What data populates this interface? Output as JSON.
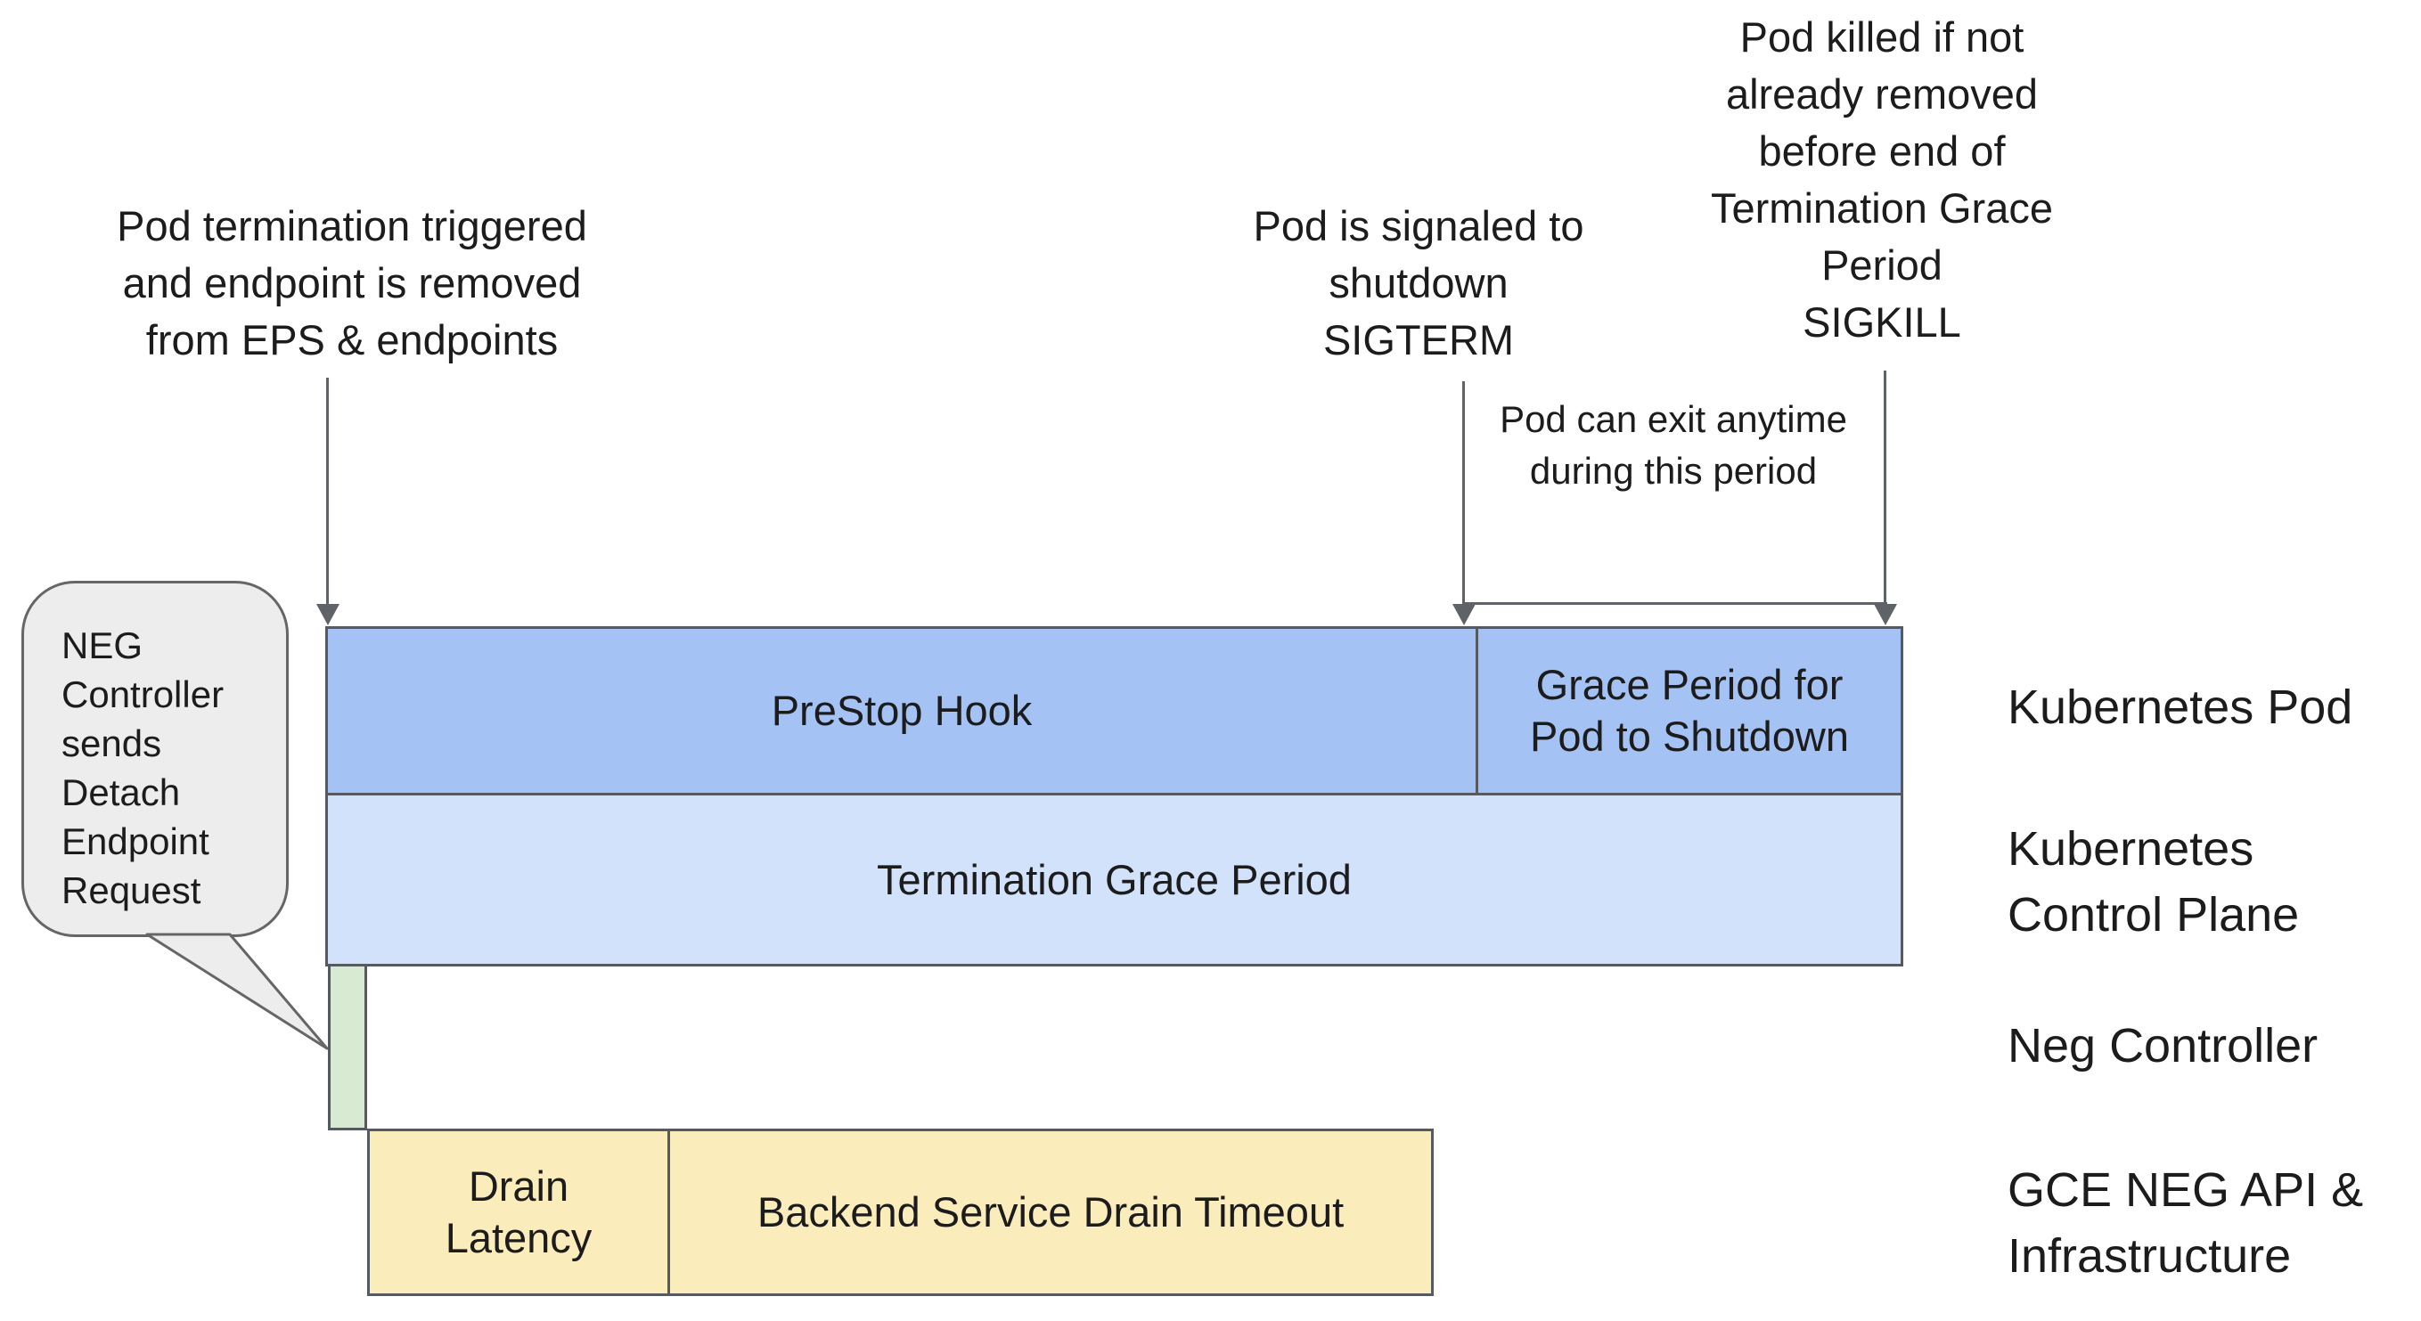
{
  "colors": {
    "pod_bar_fill": "#a4c2f4",
    "control_plane_bar_fill": "#d2e2fb",
    "neg_bar_fill": "#d9ead3",
    "gce_bar_fill": "#fbecbc",
    "bar_border": "#555a61",
    "arrow": "#5f6368",
    "callout_fill": "#ededed",
    "callout_border": "#666666",
    "text": "#1c1c1c"
  },
  "annotations": {
    "pod_termination": {
      "lines": [
        "Pod termination triggered",
        "and endpoint is removed",
        "from EPS & endpoints"
      ]
    },
    "sigterm": {
      "lines": [
        "Pod is signaled to",
        "shutdown",
        "SIGTERM"
      ]
    },
    "sigkill": {
      "lines": [
        "Pod killed if not",
        "already removed",
        "before end of",
        "Termination Grace",
        "Period",
        "SIGKILL"
      ]
    },
    "exit_window": {
      "lines": [
        "Pod can exit anytime",
        "during this period"
      ]
    }
  },
  "callout": {
    "lines": [
      "NEG",
      "Controller",
      "sends",
      "Detach",
      "Endpoint",
      "Request"
    ]
  },
  "timeline": {
    "rows": [
      {
        "name": "kubernetes-pod",
        "label_lines": [
          "Kubernetes Pod"
        ],
        "segments": [
          {
            "label_lines": [
              "PreStop Hook"
            ]
          },
          {
            "label_lines": [
              "Grace Period for",
              "Pod to Shutdown"
            ]
          }
        ]
      },
      {
        "name": "kubernetes-control-plane",
        "label_lines": [
          "Kubernetes",
          "Control Plane"
        ],
        "segments": [
          {
            "label_lines": [
              "Termination Grace Period"
            ]
          }
        ]
      },
      {
        "name": "neg-controller",
        "label_lines": [
          "Neg Controller"
        ],
        "segments": [
          {
            "label_lines": []
          }
        ]
      },
      {
        "name": "gce-neg-api-and-infrastructure",
        "label_lines": [
          "GCE NEG API &",
          "Infrastructure"
        ],
        "segments": [
          {
            "label_lines": [
              "Drain",
              "Latency"
            ]
          },
          {
            "label_lines": [
              "Backend Service Drain Timeout"
            ]
          }
        ]
      }
    ]
  }
}
